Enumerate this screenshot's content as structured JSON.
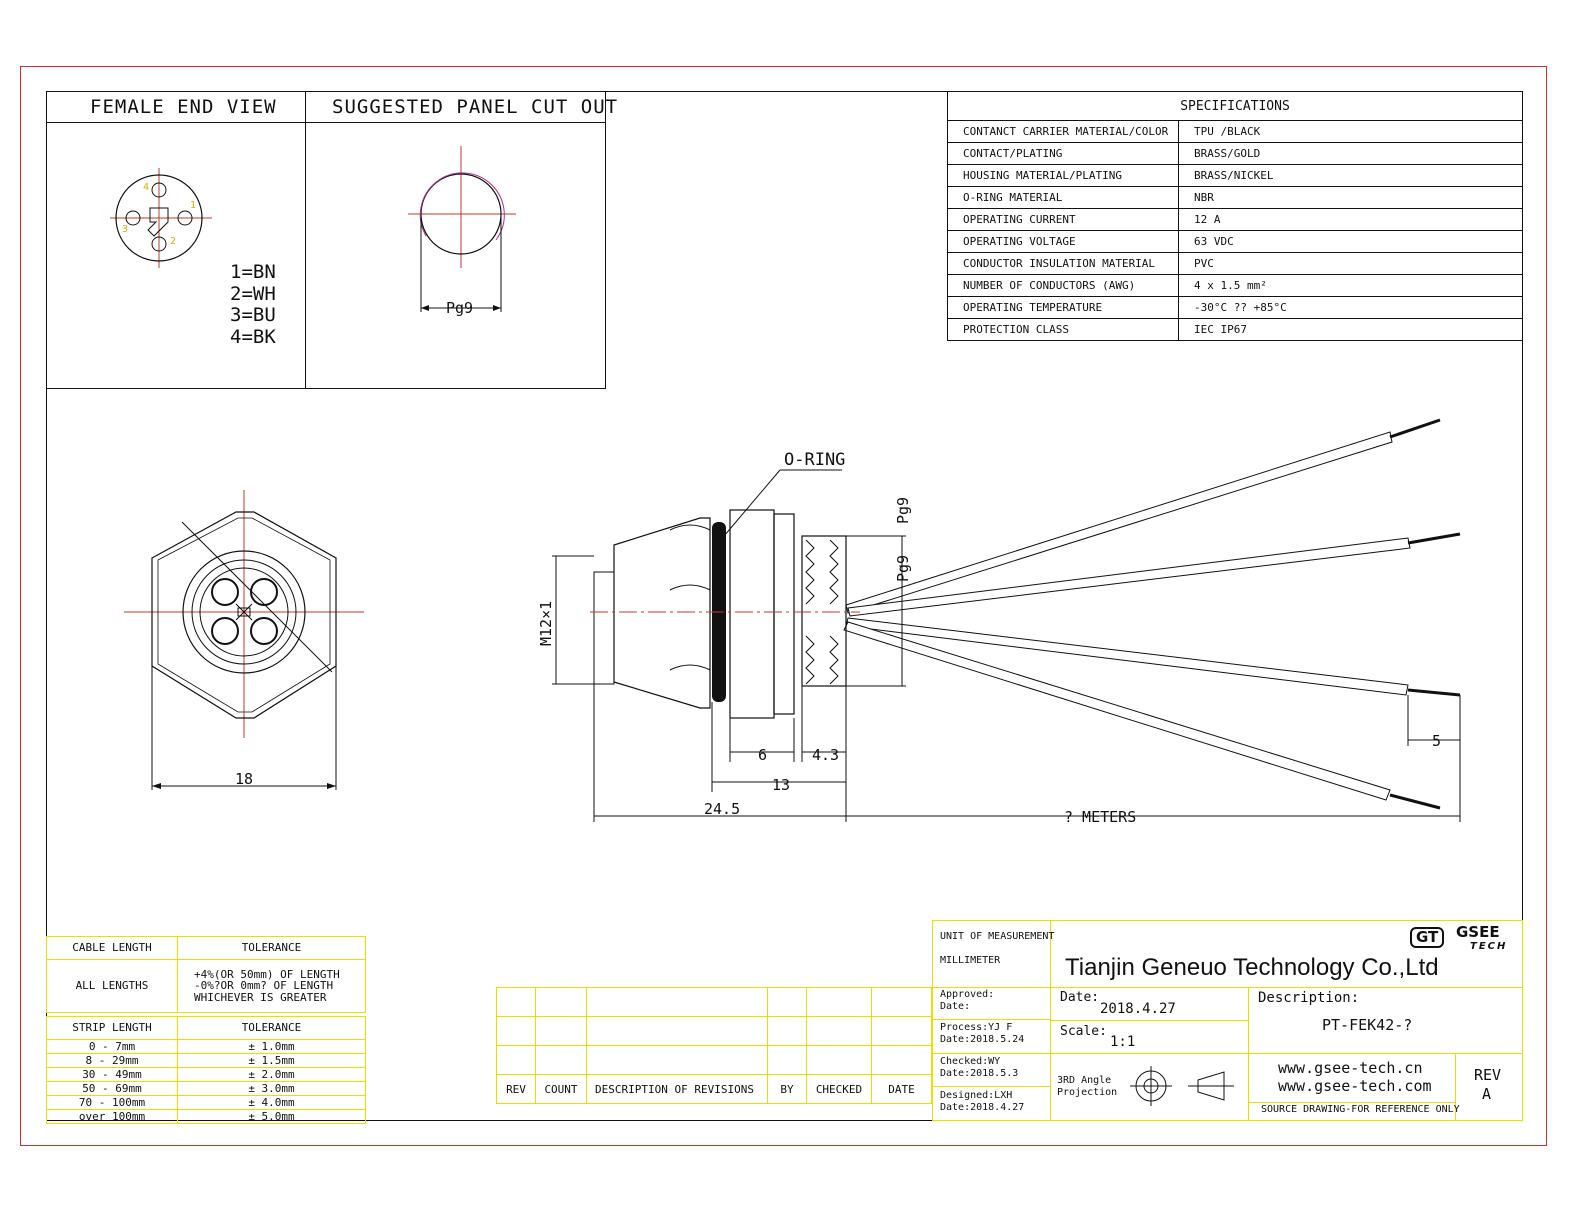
{
  "views": {
    "female_end_view": "FEMALE END VIEW",
    "panel_cut_out": "SUGGESTED PANEL CUT OUT",
    "pin_numbers": [
      "4",
      "1",
      "3",
      "2"
    ],
    "wire_colors": [
      "1=BN",
      "2=WH",
      "3=BU",
      "4=BK"
    ],
    "cutout_label": "Pg9"
  },
  "specifications": {
    "title": "SPECIFICATIONS",
    "rows": [
      {
        "label": "CONTANCT CARRIER MATERIAL/COLOR",
        "value": "TPU /BLACK"
      },
      {
        "label": "CONTACT/PLATING",
        "value": "BRASS/GOLD"
      },
      {
        "label": "HOUSING MATERIAL/PLATING",
        "value": "BRASS/NICKEL"
      },
      {
        "label": "O-RING MATERIAL",
        "value": "NBR"
      },
      {
        "label": "OPERATING CURRENT",
        "value": "12 A"
      },
      {
        "label": "OPERATING VOLTAGE",
        "value": "63 VDC"
      },
      {
        "label": "CONDUCTOR INSULATION MATERIAL",
        "value": "PVC"
      },
      {
        "label": "NUMBER OF CONDUCTORS (AWG)",
        "value": "4 x 1.5 mm²"
      },
      {
        "label": "OPERATING TEMPERATURE",
        "value": "-30°C ?? +85°C"
      },
      {
        "label": "PROTECTION CLASS",
        "value": "IEC  IP67"
      }
    ]
  },
  "drawing": {
    "oring_label": "O-RING",
    "thread_label": "M12×1",
    "pg9_top": "Pg9",
    "pg9_side": "Pg9",
    "dims": {
      "hex_width": "18",
      "d6": "6",
      "d4_3": "4.3",
      "d13": "13",
      "d24_5": "24.5",
      "strip": "5",
      "length": "? METERS"
    }
  },
  "cable_tolerance": {
    "header": [
      "CABLE LENGTH",
      "TOLERANCE"
    ],
    "all_lengths": "ALL LENGTHS",
    "tolerance_text": [
      "+4%(OR 50mm) OF LENGTH",
      "-0%?OR 0mm? OF LENGTH",
      "WHICHEVER  IS  GREATER"
    ]
  },
  "strip_tolerance": {
    "header": [
      "STRIP LENGTH",
      "TOLERANCE"
    ],
    "rows": [
      {
        "range": "0 - 7mm",
        "tol": "± 1.0mm"
      },
      {
        "range": "8 - 29mm",
        "tol": "± 1.5mm"
      },
      {
        "range": "30 - 49mm",
        "tol": "± 2.0mm"
      },
      {
        "range": "50 - 69mm",
        "tol": "± 3.0mm"
      },
      {
        "range": "70 - 100mm",
        "tol": "± 4.0mm"
      },
      {
        "range": "over 100mm",
        "tol": "± 5.0mm"
      }
    ]
  },
  "revision_table": {
    "columns": [
      "REV",
      "COUNT",
      "DESCRIPTION  OF  REVISIONS",
      "BY",
      "CHECKED",
      "DATE"
    ]
  },
  "title_block": {
    "unit_label": "UNIT OF MEASUREMENT",
    "unit_value": "MILLIMETER",
    "company": "Tianjin Geneuo Technology Co.,Ltd",
    "logo_left": "GT",
    "logo_right": "GSEE",
    "logo_sub": "TECH",
    "approved": "Approved:",
    "approved_date": "Date:",
    "process": "Process:YJ F",
    "process_date": "Date:2018.5.24",
    "checked": "Checked:WY",
    "checked_date": "Date:2018.5.3",
    "designed": "Designed:LXH",
    "designed_date": "Date:2018.4.27",
    "date_label": "Date:",
    "date_value": "2018.4.27",
    "scale_label": "Scale:",
    "scale_value": "1:1",
    "projection": "3RD Angle",
    "projection2": "Projection",
    "description_label": "Description:",
    "description_value": "PT-FEK42-?",
    "website1": "www.gsee-tech.cn",
    "website2": "www.gsee-tech.com",
    "source_note": "SOURCE DRAWING-FOR REFERENCE ONLY",
    "rev_label": "REV",
    "rev_value": "A"
  }
}
